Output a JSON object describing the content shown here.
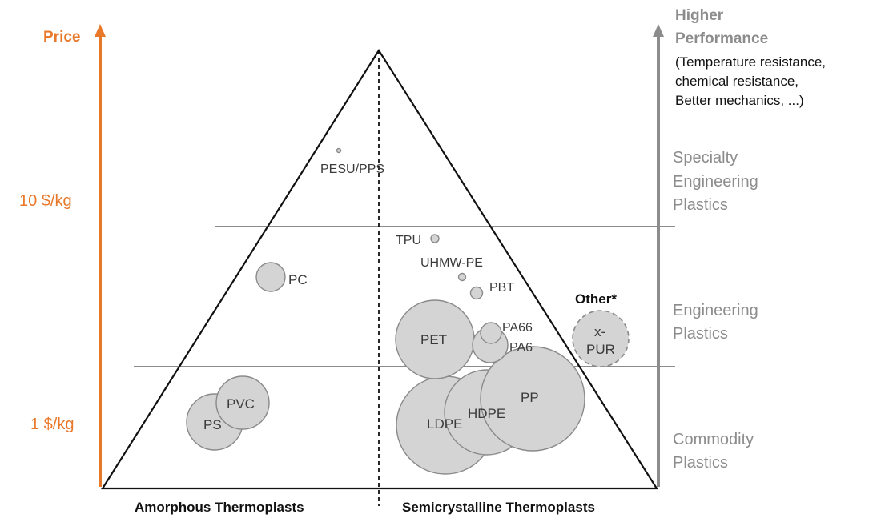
{
  "axes": {
    "price_label": "Price",
    "price_ticks": [
      "10 $/kg",
      "1 $/kg"
    ],
    "performance_title_line1": "Higher",
    "performance_title_line2": "Performance",
    "performance_note": [
      "(Temperature resistance,",
      "chemical resistance,",
      "Better mechanics, ...)"
    ]
  },
  "tiers": [
    {
      "lines": [
        "Specialty",
        "Engineering",
        "Plastics"
      ]
    },
    {
      "lines": [
        "Engineering",
        "Plastics"
      ]
    },
    {
      "lines": [
        "Commodity",
        "Plastics"
      ]
    }
  ],
  "categories": {
    "left": "Amorphous Thermoplasts",
    "right": "Semicrystalline Thermoplasts"
  },
  "other": {
    "label": "Other*",
    "bubble_lines": [
      "x-",
      "PUR"
    ]
  },
  "materials": [
    {
      "name": "PESU/PPS",
      "group": "amorphous",
      "tier": "specialty"
    },
    {
      "name": "PC",
      "group": "amorphous",
      "tier": "engineering"
    },
    {
      "name": "PVC",
      "group": "amorphous",
      "tier": "commodity"
    },
    {
      "name": "PS",
      "group": "amorphous",
      "tier": "commodity"
    },
    {
      "name": "TPU",
      "group": "semicrystalline",
      "tier": "engineering"
    },
    {
      "name": "UHMW-PE",
      "group": "semicrystalline",
      "tier": "engineering"
    },
    {
      "name": "PBT",
      "group": "semicrystalline",
      "tier": "engineering"
    },
    {
      "name": "PET",
      "group": "semicrystalline",
      "tier": "engineering"
    },
    {
      "name": "PA66",
      "group": "semicrystalline",
      "tier": "engineering"
    },
    {
      "name": "PA6",
      "group": "semicrystalline",
      "tier": "engineering"
    },
    {
      "name": "LDPE",
      "group": "semicrystalline",
      "tier": "commodity"
    },
    {
      "name": "HDPE",
      "group": "semicrystalline",
      "tier": "commodity"
    },
    {
      "name": "PP",
      "group": "semicrystalline",
      "tier": "commodity"
    }
  ],
  "colors": {
    "price_axis": "#e8782a",
    "performance_axis": "#8c8c8c",
    "bubble_fill": "#d4d4d4",
    "bubble_stroke": "#8a8a8a"
  }
}
